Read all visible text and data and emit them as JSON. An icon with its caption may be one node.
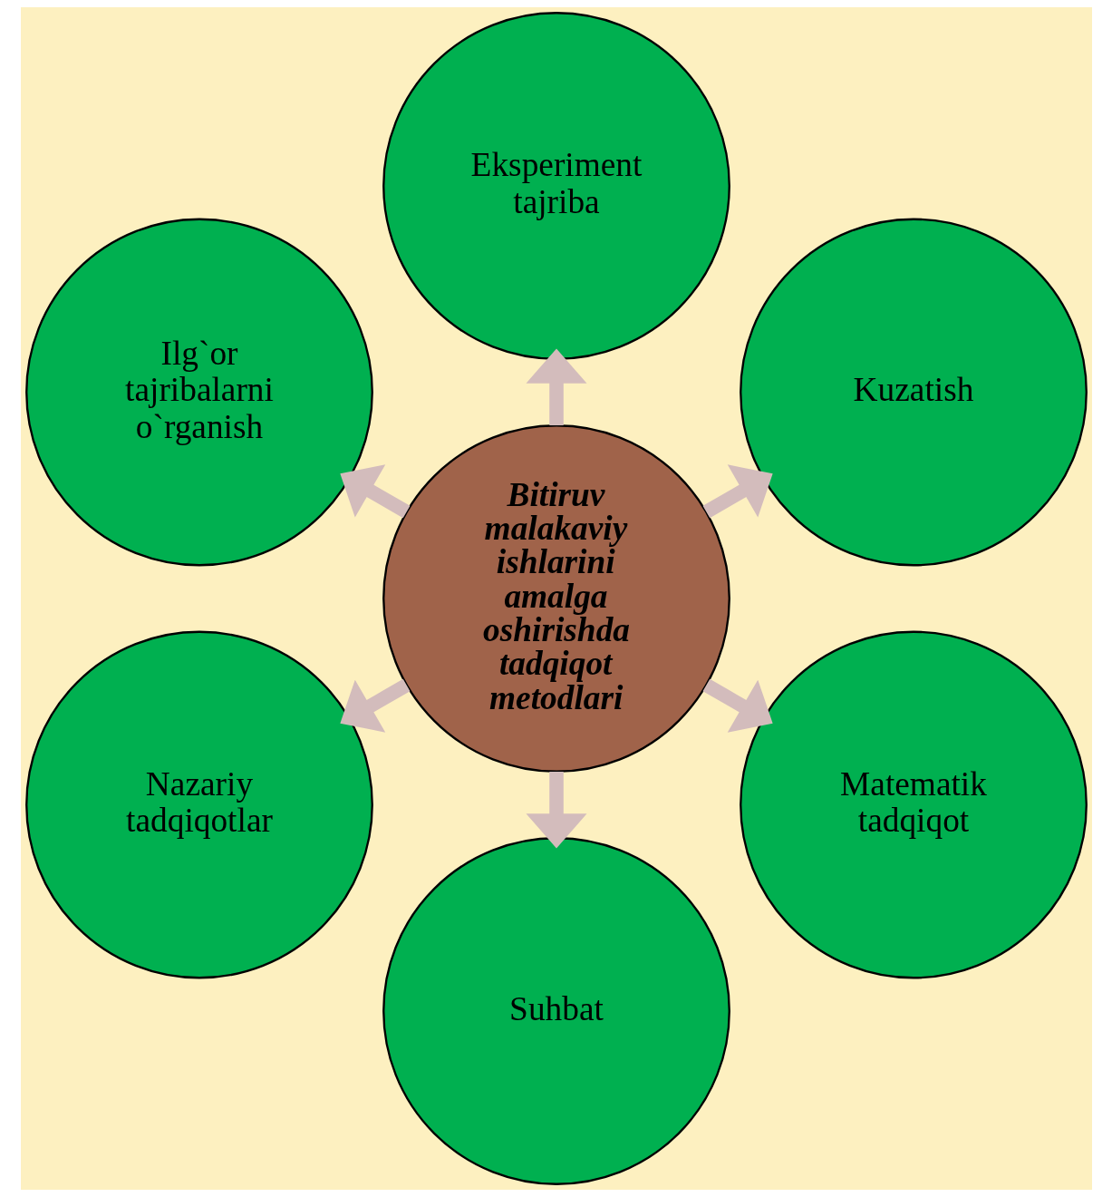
{
  "diagram": {
    "nodes": [
      {
        "text": [
          "Bitiruv malakaviy ishlarini amalga oshirishda tadqiqot metodlari"
        ]
      },
      {
        "text": [
          "Kuzatish"
        ]
      },
      {
        "text": [
          "Eksperiment tajriba"
        ]
      },
      {
        "text": [
          "Ilg`or tajribalarni o`rganish"
        ]
      },
      {
        "text": [
          "Nazariy tadqiqotlar"
        ]
      },
      {
        "text": [
          "Suhbat"
        ]
      },
      {
        "text": [
          "Matematik tadqiqot"
        ]
      }
    ],
    "edges": [
      {
        "from": 0,
        "to": 1,
        "arrow": "to"
      },
      {
        "from": 0,
        "to": 2,
        "arrow": "to"
      },
      {
        "from": 0,
        "to": 3,
        "arrow": "to"
      },
      {
        "from": 0,
        "to": 4,
        "arrow": "to"
      },
      {
        "from": 0,
        "to": 5,
        "arrow": "to"
      },
      {
        "from": 0,
        "to": 6,
        "arrow": "to"
      }
    ]
  }
}
